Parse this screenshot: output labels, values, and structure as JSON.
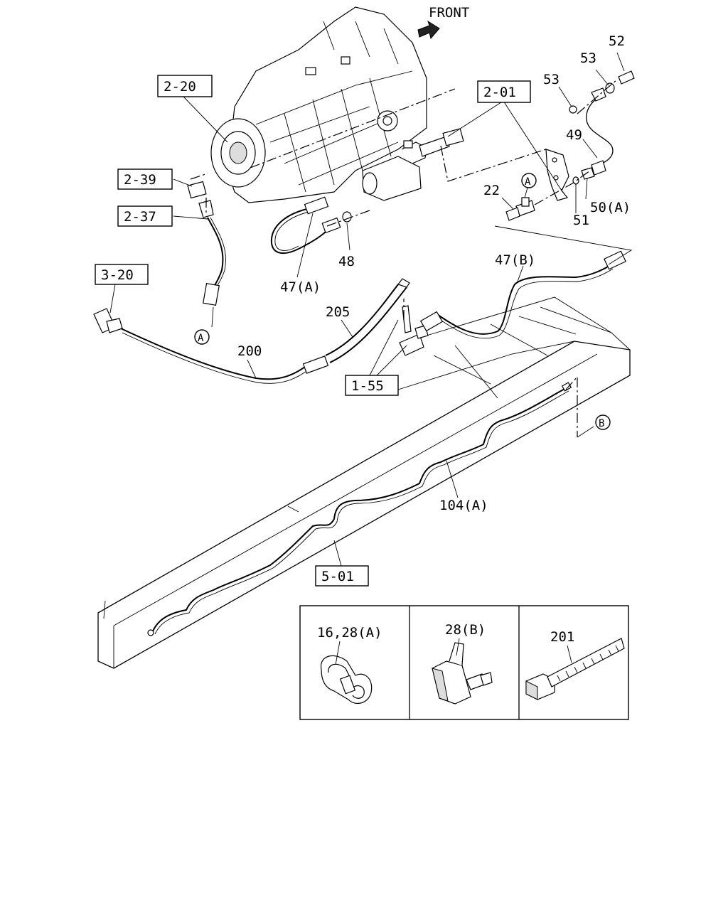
{
  "direction_label": "FRONT",
  "ref_boxes": {
    "r2_20": "2-20",
    "r2_01": "2-01",
    "r2_39": "2-39",
    "r2_37": "2-37",
    "r3_20": "3-20",
    "r1_55": "1-55",
    "r5_01": "5-01"
  },
  "callouts": {
    "c52": "52",
    "c53a": "53",
    "c53b": "53",
    "c49": "49",
    "c22": "22",
    "c50a": "50(A)",
    "c51": "51",
    "c48": "48",
    "c47a": "47(A)",
    "c47b": "47(B)",
    "c205": "205",
    "c200": "200",
    "c104a": "104(A)",
    "c16_28a": "16,28(A)",
    "c28b": "28(B)",
    "c201": "201"
  },
  "connection_markers": {
    "a_upper": "A",
    "a_lower": "A",
    "b_right": "B"
  }
}
